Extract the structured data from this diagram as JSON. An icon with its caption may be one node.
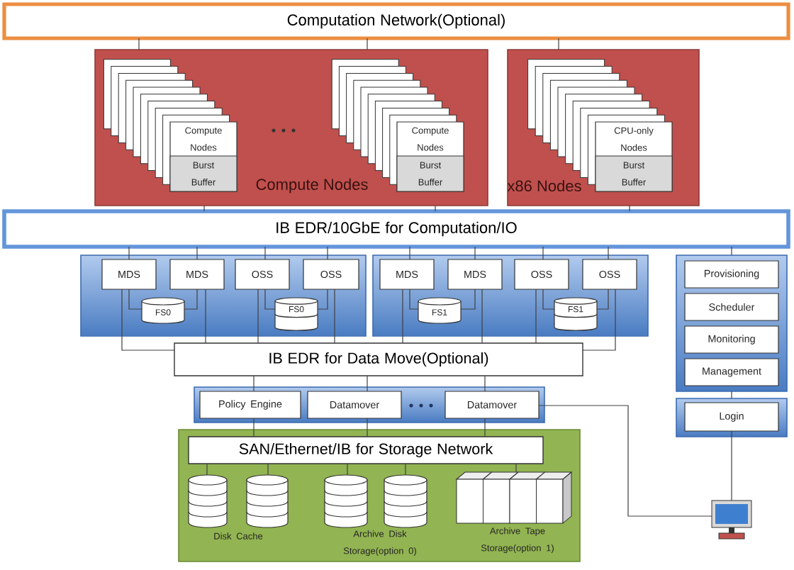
{
  "diagram": {
    "nodes": [
      {
        "text": [
          "Computation Network(Optional)"
        ]
      },
      {
        "text": [
          "Compute Nodes"
        ]
      },
      {
        "text": [
          "Compute Nodes",
          "Burst Buffer"
        ],
        "in": 1
      },
      {
        "text": [
          "Compute Nodes",
          "Burst Buffer"
        ],
        "in": 1
      },
      {
        "text": [
          "x86 Nodes"
        ]
      },
      {
        "text": [
          "CPU-only Nodes",
          "Burst Buffer"
        ],
        "in": 4
      },
      {
        "text": [
          "IB EDR/10GbE for Computation/IO"
        ]
      },
      {
        "text": [],
        "shape": "box"
      },
      {
        "text": [
          "MDS"
        ],
        "in": 7
      },
      {
        "text": [
          "MDS"
        ],
        "in": 7
      },
      {
        "text": [
          "OSS"
        ],
        "in": 7
      },
      {
        "text": [
          "OSS"
        ],
        "in": 7
      },
      {
        "text": [
          "FS0"
        ],
        "in": 7
      },
      {
        "text": [
          "FS0"
        ],
        "in": 7
      },
      {
        "text": [],
        "shape": "box"
      },
      {
        "text": [
          "MDS"
        ],
        "in": 14
      },
      {
        "text": [
          "MDS"
        ],
        "in": 14
      },
      {
        "text": [
          "OSS"
        ],
        "in": 14
      },
      {
        "text": [
          "OSS"
        ],
        "in": 14
      },
      {
        "text": [
          "FS1"
        ],
        "in": 14
      },
      {
        "text": [
          "FS1"
        ],
        "in": 14
      },
      {
        "text": [],
        "shape": "box"
      },
      {
        "text": [
          "Provisioning"
        ],
        "in": 21
      },
      {
        "text": [
          "Scheduler"
        ],
        "in": 21
      },
      {
        "text": [
          "Monitoring"
        ],
        "in": 21
      },
      {
        "text": [
          "Management"
        ],
        "in": 21
      },
      {
        "text": [],
        "shape": "box"
      },
      {
        "text": [
          "Login"
        ],
        "in": 26
      },
      {
        "text": [
          "IB EDR for Data Move(Optional)"
        ]
      },
      {
        "text": [],
        "shape": "box"
      },
      {
        "text": [
          "Policy Engine"
        ],
        "in": 29
      },
      {
        "text": [
          "Datamover"
        ],
        "in": 29
      },
      {
        "text": [
          "Datamover"
        ],
        "in": 29
      },
      {
        "text": [],
        "shape": "box"
      },
      {
        "text": [
          "SAN/Ethernet/IB for Storage Network"
        ],
        "in": 33
      },
      {
        "text": [],
        "shape": "cylinder",
        "in": 33
      },
      {
        "text": [],
        "shape": "cylinder",
        "in": 33
      },
      {
        "text": [],
        "shape": "cylinder",
        "in": 33
      },
      {
        "text": [],
        "shape": "cylinder",
        "in": 33
      },
      {
        "text": [],
        "shape": "box",
        "in": 33,
        "beside": [
          "Archive Tape Storage(option 1)"
        ]
      },
      {
        "text": [],
        "shape": "picture"
      }
    ],
    "edges": [
      {
        "from": 0,
        "to": 1,
        "arrow": "none"
      },
      {
        "from": 0,
        "to": 1,
        "arrow": "none"
      },
      {
        "from": 0,
        "to": 4,
        "arrow": "none"
      },
      {
        "from": 1,
        "to": 6,
        "arrow": "none"
      },
      {
        "from": 1,
        "to": 6,
        "arrow": "none"
      },
      {
        "from": 4,
        "to": 6,
        "arrow": "none"
      },
      {
        "from": 6,
        "to": 8,
        "arrow": "none"
      },
      {
        "from": 6,
        "to": 9,
        "arrow": "none"
      },
      {
        "from": 6,
        "to": 10,
        "arrow": "none"
      },
      {
        "from": 6,
        "to": 11,
        "arrow": "none"
      },
      {
        "from": 6,
        "to": 15,
        "arrow": "none"
      },
      {
        "from": 6,
        "to": 16,
        "arrow": "none"
      },
      {
        "from": 6,
        "to": 17,
        "arrow": "none"
      },
      {
        "from": 6,
        "to": 18,
        "arrow": "none"
      },
      {
        "from": 6,
        "to": 21,
        "arrow": "none"
      },
      {
        "from": 8,
        "to": 12,
        "arrow": "none"
      },
      {
        "from": 9,
        "to": 12,
        "arrow": "none"
      },
      {
        "from": 10,
        "to": 13,
        "arrow": "none"
      },
      {
        "from": 11,
        "to": 13,
        "arrow": "none"
      },
      {
        "from": 15,
        "to": 19,
        "arrow": "none"
      },
      {
        "from": 16,
        "to": 19,
        "arrow": "none"
      },
      {
        "from": 17,
        "to": 20,
        "arrow": "none"
      },
      {
        "from": 18,
        "to": 20,
        "arrow": "none"
      },
      {
        "from": 8,
        "to": 28,
        "arrow": "none"
      },
      {
        "from": 9,
        "to": 28,
        "arrow": "none"
      },
      {
        "from": 10,
        "to": 28,
        "arrow": "none"
      },
      {
        "from": 11,
        "to": 28,
        "arrow": "none"
      },
      {
        "from": 15,
        "to": 28,
        "arrow": "none"
      },
      {
        "from": 16,
        "to": 28,
        "arrow": "none"
      },
      {
        "from": 17,
        "to": 28,
        "arrow": "none"
      },
      {
        "from": 18,
        "to": 28,
        "arrow": "none"
      },
      {
        "from": 21,
        "to": 26,
        "arrow": "none"
      },
      {
        "from": 28,
        "to": 30,
        "arrow": "none"
      },
      {
        "from": 28,
        "to": 31,
        "arrow": "none"
      },
      {
        "from": 28,
        "to": 32,
        "arrow": "none"
      },
      {
        "from": 30,
        "to": 34,
        "arrow": "none"
      },
      {
        "from": 31,
        "to": 34,
        "arrow": "none"
      },
      {
        "from": 32,
        "to": 34,
        "arrow": "none"
      },
      {
        "from": 34,
        "to": 35,
        "arrow": "none"
      },
      {
        "from": 34,
        "to": 36,
        "arrow": "none"
      },
      {
        "from": 34,
        "to": 37,
        "arrow": "none"
      },
      {
        "from": 34,
        "to": 38,
        "arrow": "none"
      },
      {
        "from": 34,
        "to": 39,
        "arrow": "none"
      },
      {
        "from": 27,
        "to": 40,
        "arrow": "none"
      },
      {
        "from": 32,
        "to": 40,
        "arrow": "none"
      }
    ],
    "labels": [
      "Disk Cache",
      "Archive Disk Storage(option 0)"
    ]
  }
}
